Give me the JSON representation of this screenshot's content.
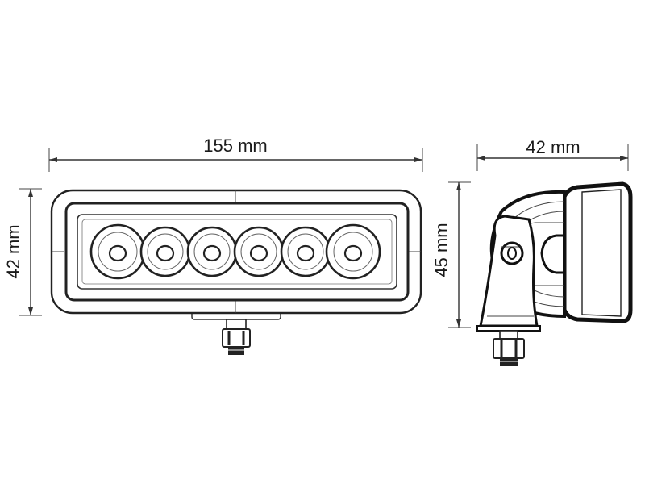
{
  "dimensions": {
    "front_width": "155 mm",
    "front_height": "42 mm",
    "side_depth": "42 mm",
    "side_height": "45 mm"
  },
  "front_view": {
    "led_count": 6
  },
  "colors": {
    "line": "#222222",
    "background": "#ffffff"
  }
}
